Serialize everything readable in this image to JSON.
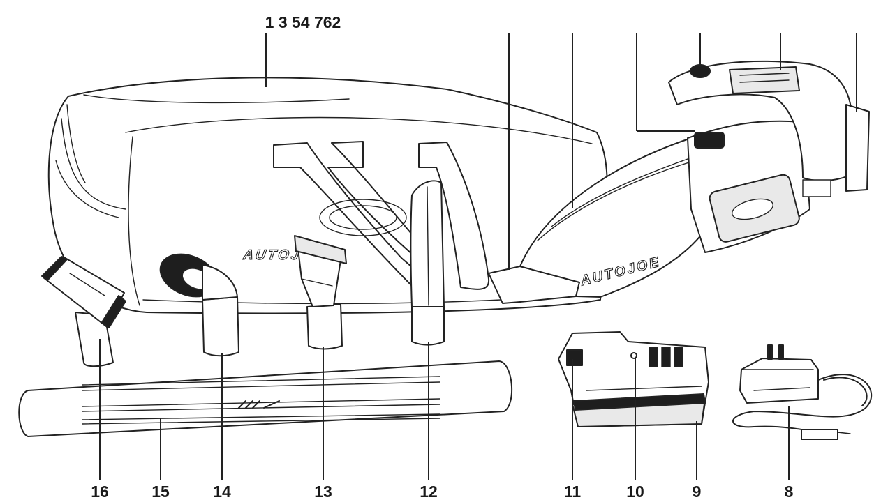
{
  "diagram": {
    "top_callout_group": "1 3 54 762",
    "brand_text": "AUTOJOE",
    "callouts": {
      "c16": "16",
      "c15": "15",
      "c14": "14",
      "c13": "13",
      "c12": "12",
      "c11": "11",
      "c10": "10",
      "c9": "9",
      "c8": "8"
    }
  }
}
